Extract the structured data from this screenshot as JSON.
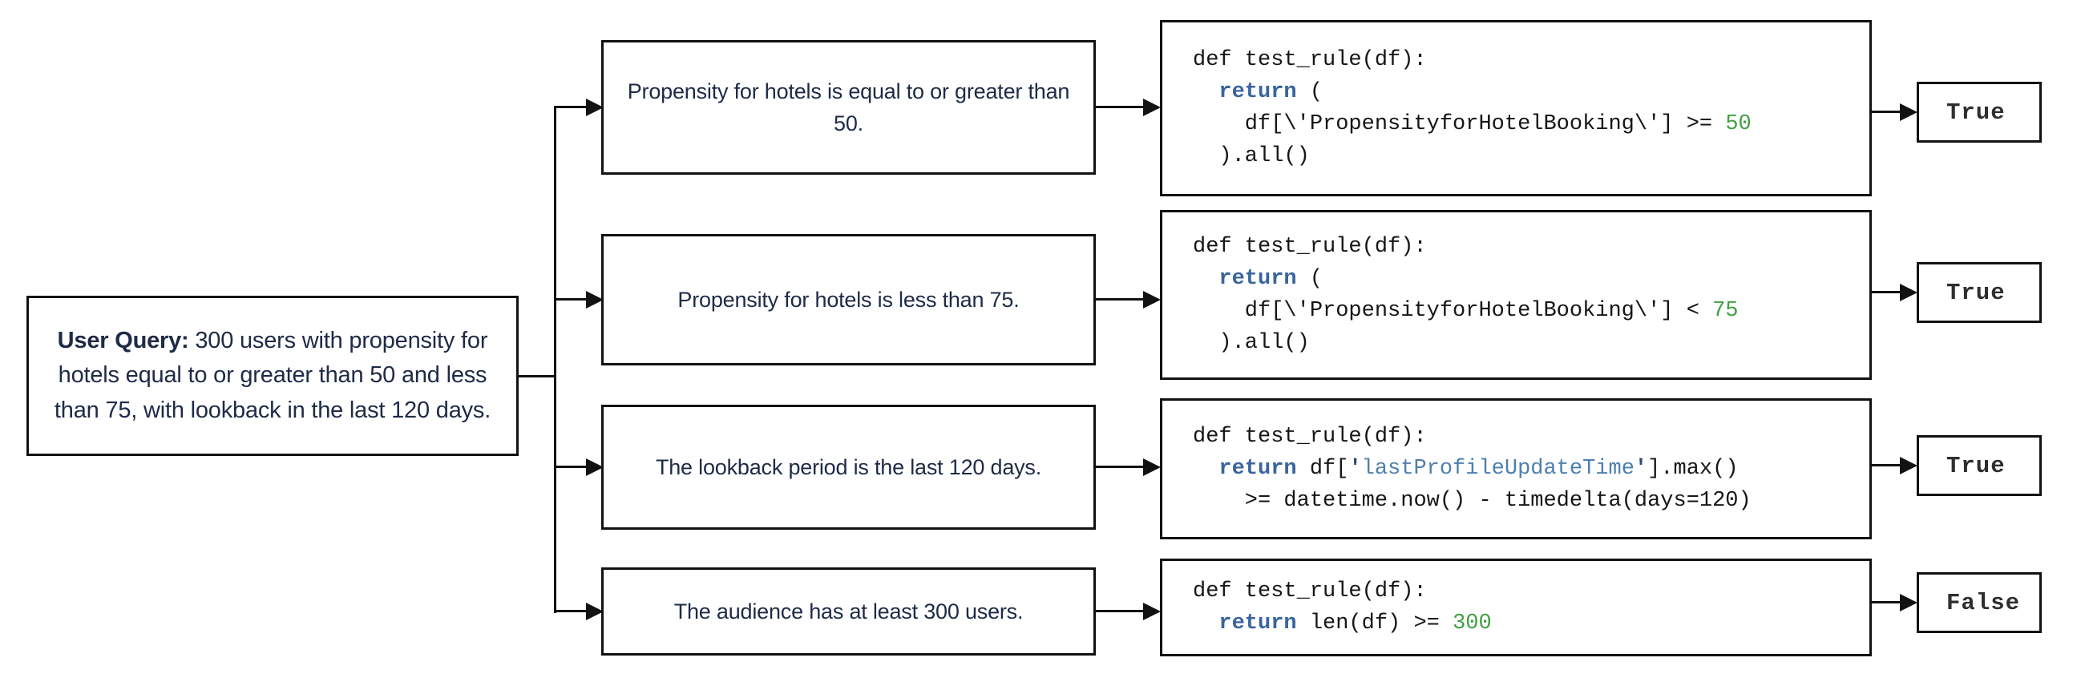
{
  "colors": {
    "navy": "#1e2a47",
    "ink": "#161616",
    "border": "#121212",
    "kw": "#39659e",
    "num": "#3f9e41",
    "str": "#4d80ae",
    "q": "#2a4a72"
  },
  "query": {
    "label": "User Query:",
    "text": " 300 users with propensity for hotels equal to or greater than 50 and less than 75, with lookback in the last 120 days."
  },
  "flows": [
    {
      "rule": "Propensity for hotels is equal to or greater than 50.",
      "result": "True",
      "code": [
        [
          {
            "c": "p",
            "t": "def test_rule(df):"
          }
        ],
        [
          {
            "c": "p",
            "t": "  "
          },
          {
            "c": "k",
            "t": "return"
          },
          {
            "c": "p",
            "t": " ("
          }
        ],
        [
          {
            "c": "p",
            "t": "    df[\\'PropensityforHotelBooking\\'] >= "
          },
          {
            "c": "n",
            "t": "50"
          }
        ],
        [
          {
            "c": "p",
            "t": "  ).all()"
          }
        ]
      ]
    },
    {
      "rule": "Propensity for hotels is less than 75.",
      "result": "True",
      "code": [
        [
          {
            "c": "p",
            "t": "def test_rule(df):"
          }
        ],
        [
          {
            "c": "p",
            "t": "  "
          },
          {
            "c": "k",
            "t": "return"
          },
          {
            "c": "p",
            "t": " ("
          }
        ],
        [
          {
            "c": "p",
            "t": "    df[\\'PropensityforHotelBooking\\'] < "
          },
          {
            "c": "n",
            "t": "75"
          }
        ],
        [
          {
            "c": "p",
            "t": "  ).all()"
          }
        ]
      ]
    },
    {
      "rule": "The lookback period is the last 120 days.",
      "result": "True",
      "code": [
        [
          {
            "c": "p",
            "t": "def test_rule(df):"
          }
        ],
        [
          {
            "c": "p",
            "t": "  "
          },
          {
            "c": "k",
            "t": "return"
          },
          {
            "c": "p",
            "t": " df["
          },
          {
            "c": "q",
            "t": "'"
          },
          {
            "c": "s",
            "t": "lastProfileUpdateTime"
          },
          {
            "c": "q",
            "t": "'"
          },
          {
            "c": "p",
            "t": "].max()"
          }
        ],
        [
          {
            "c": "p",
            "t": "    >= datetime.now() - timedelta(days=120)"
          }
        ]
      ]
    },
    {
      "rule": "The audience has at least 300 users.",
      "result": "False",
      "code": [
        [
          {
            "c": "p",
            "t": "def test_rule(df):"
          }
        ],
        [
          {
            "c": "p",
            "t": "  "
          },
          {
            "c": "k",
            "t": "return"
          },
          {
            "c": "p",
            "t": " len(df) >= "
          },
          {
            "c": "n",
            "t": "300"
          }
        ]
      ]
    }
  ]
}
